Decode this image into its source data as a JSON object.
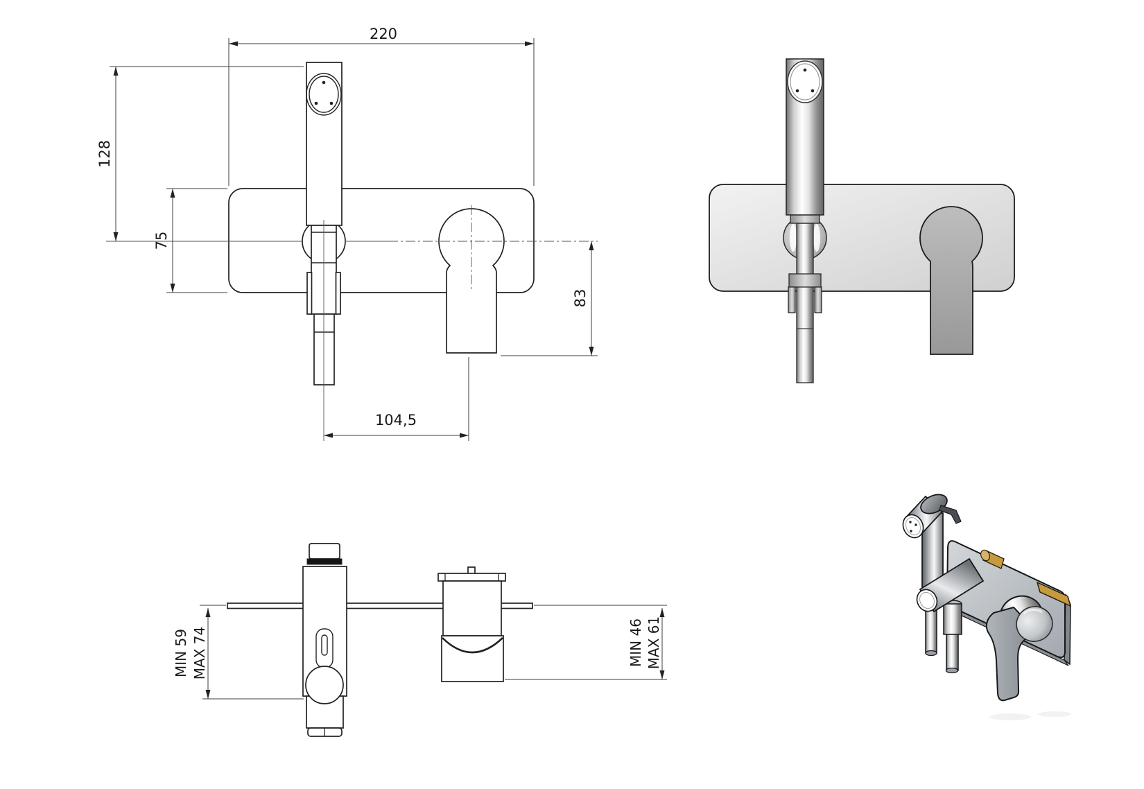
{
  "page": {
    "background": "#ffffff"
  },
  "colors": {
    "line": "#222222",
    "thin_line": "#3c3c3c",
    "text": "#1a1a1a",
    "brass": "#c69a3f",
    "brass_dark": "#8a6a1e",
    "black_band": "#141414",
    "plate_light": "#f1f1f1",
    "plate_dark": "#d2d2d2",
    "handle_gray": "#a9a9a9"
  },
  "views": {
    "front_technical": {
      "dimensions": {
        "plate_width": "220",
        "overall_height": "128",
        "plate_height": "75",
        "handle_drop": "83",
        "axis_spacing": "104,5"
      }
    },
    "side_technical": {
      "dimensions": {
        "handshower_depth": {
          "min": "MIN 59",
          "max": "MAX 74"
        },
        "mixer_depth": {
          "min": "MIN 46",
          "max": "MAX 61"
        }
      }
    },
    "front_rendered": {},
    "iso_rendered": {}
  }
}
